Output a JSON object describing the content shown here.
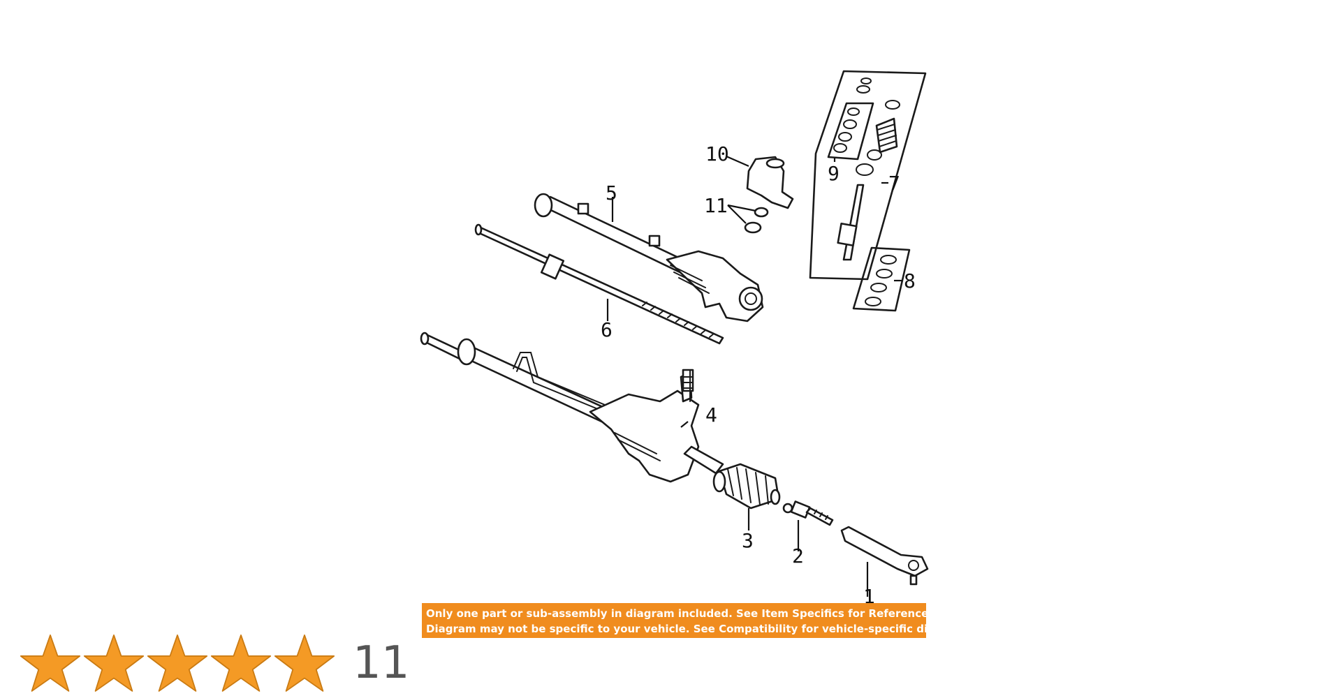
{
  "diagram": {
    "callouts": [
      "1",
      "2",
      "3",
      "4",
      "5",
      "6",
      "7",
      "8",
      "9",
      "10",
      "11"
    ]
  },
  "disclaimer": {
    "line1": "Only one part or sub-assembly in diagram included. See Item Specifics for Reference #.",
    "line2": "Diagram may not be specific to your vehicle. See Compatibility for vehicle-specific diagrams."
  },
  "rating": {
    "stars": 5,
    "max": 5,
    "count": "11",
    "star_color": "#f49a25",
    "star_outline": "#c97a12"
  },
  "colors": {
    "banner": "#f08c1e",
    "banner_text": "#ffffff",
    "line_art": "#1a1a1a"
  }
}
